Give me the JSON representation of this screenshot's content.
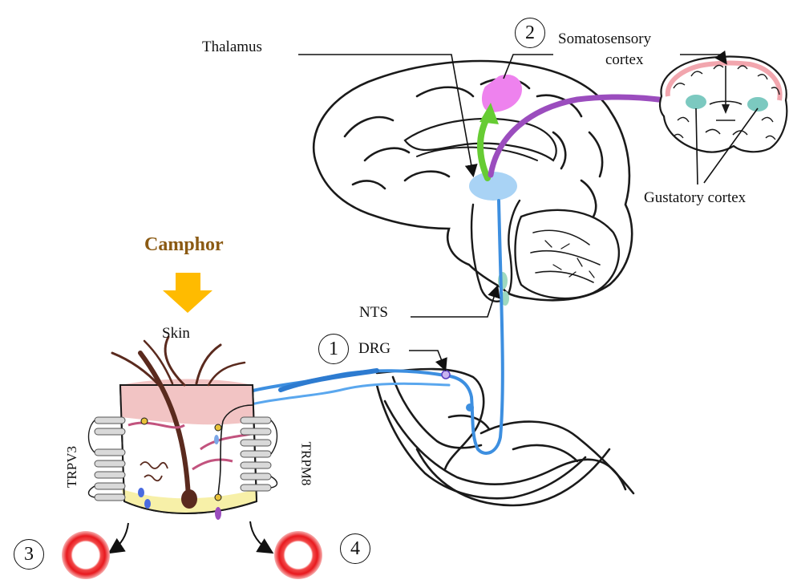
{
  "labels": {
    "thalamus": "Thalamus",
    "somatosensory_line1": "Somatosensory",
    "somatosensory_line2": "cortex",
    "gustatory": "Gustatory cortex",
    "camphor": "Camphor",
    "skin": "Skin",
    "nts": "NTS",
    "drg": "DRG",
    "trpv3": "TRPV3",
    "trpm8": "TRPM8"
  },
  "step_numbers": [
    "1",
    "2",
    "3",
    "4"
  ],
  "colors": {
    "camphor_text": "#8B5A13",
    "arrow_yellow": "#FFBB00",
    "nerve_blue": "#3D8FE0",
    "thalamus_blue": "#A9D3F5",
    "cortex_pink": "#EE82EE",
    "arrow_green": "#66CC33",
    "arrow_purple": "#9B4DBE",
    "gustatory_teal": "#7CC9C0",
    "skin_pink": "#F2C4C4",
    "hair_brown": "#5A2A1E",
    "ring_red": "#E8191E"
  }
}
